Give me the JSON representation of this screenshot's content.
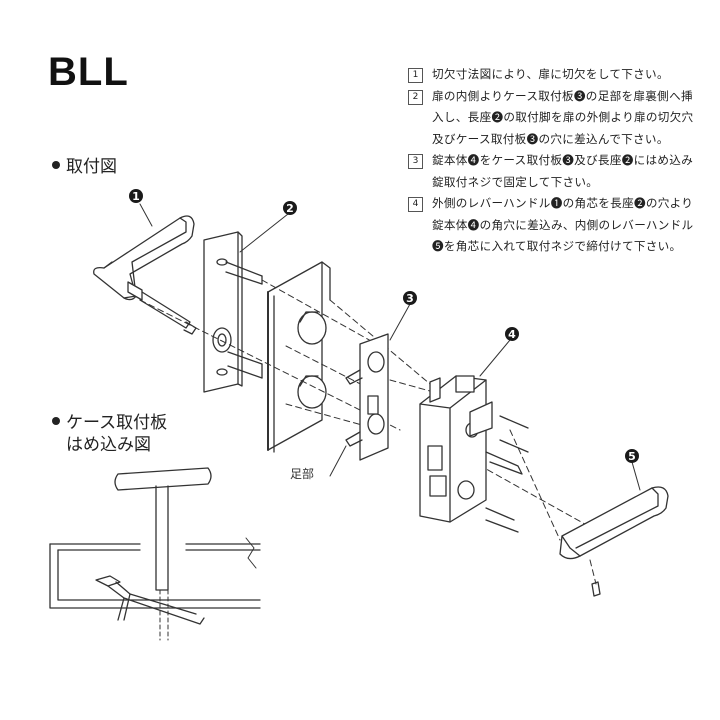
{
  "title": "BLL",
  "sections": {
    "install_label": "取付図",
    "case_label_line1": "ケース取付板",
    "case_label_line2": "はめ込み図"
  },
  "steps": [
    {
      "num": "1",
      "text": "切欠寸法図により、扉に切欠をして下さい。"
    },
    {
      "num": "2",
      "text": "扉の内側よりケース取付板❸の足部を扉裏側へ挿入し、長座❷の取付脚を扉の外側より扉の切欠穴及びケース取付板❸の穴に差込んで下さい。"
    },
    {
      "num": "3",
      "text": "錠本体❹をケース取付板❸及び長座❷にはめ込み錠取付ネジで固定して下さい。"
    },
    {
      "num": "4",
      "text": "外側のレバーハンドル❶の角芯を長座❷の穴より錠本体❹の角穴に差込み、内側のレバーハンドル❺を角芯に入れて取付ネジで締付けて下さい。"
    }
  ],
  "callouts": [
    "1",
    "2",
    "3",
    "4",
    "5"
  ],
  "foot_label": "足部",
  "colors": {
    "line": "#333333",
    "callout_fill": "#1a1a1a"
  }
}
